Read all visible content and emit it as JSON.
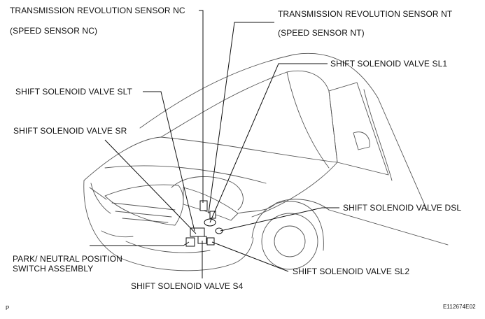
{
  "labels": {
    "nc_line1": "TRANSMISSION REVOLUTION SENSOR NC",
    "nc_line2": "(SPEED SENSOR NC)",
    "nt_line1": "TRANSMISSION REVOLUTION SENSOR NT",
    "nt_line2": "(SPEED SENSOR NT)",
    "sl1": "SHIFT SOLENOID VALVE SL1",
    "slt": "SHIFT SOLENOID VALVE SLT",
    "sr": "SHIFT SOLENOID VALVE SR",
    "dsl": "SHIFT SOLENOID VALVE DSL",
    "park_line1": "PARK/ NEUTRAL POSITION",
    "park_line2": "SWITCH ASSEMBLY",
    "sl2": "SHIFT SOLENOID VALVE SL2",
    "s4": "SHIFT SOLENOID VALVE S4"
  },
  "footer": {
    "left_mark": "P",
    "figure_id": "E112674E02"
  },
  "colors": {
    "ink": "#111111",
    "outline": "#555555",
    "background": "#ffffff"
  }
}
